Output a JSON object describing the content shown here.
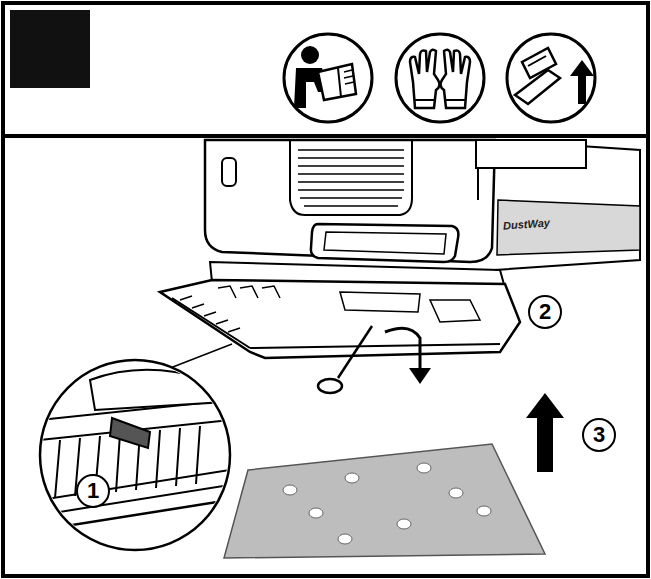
{
  "diagram": {
    "labels": [
      "1",
      "2",
      "3",
      "DustWay"
    ]
  }
}
